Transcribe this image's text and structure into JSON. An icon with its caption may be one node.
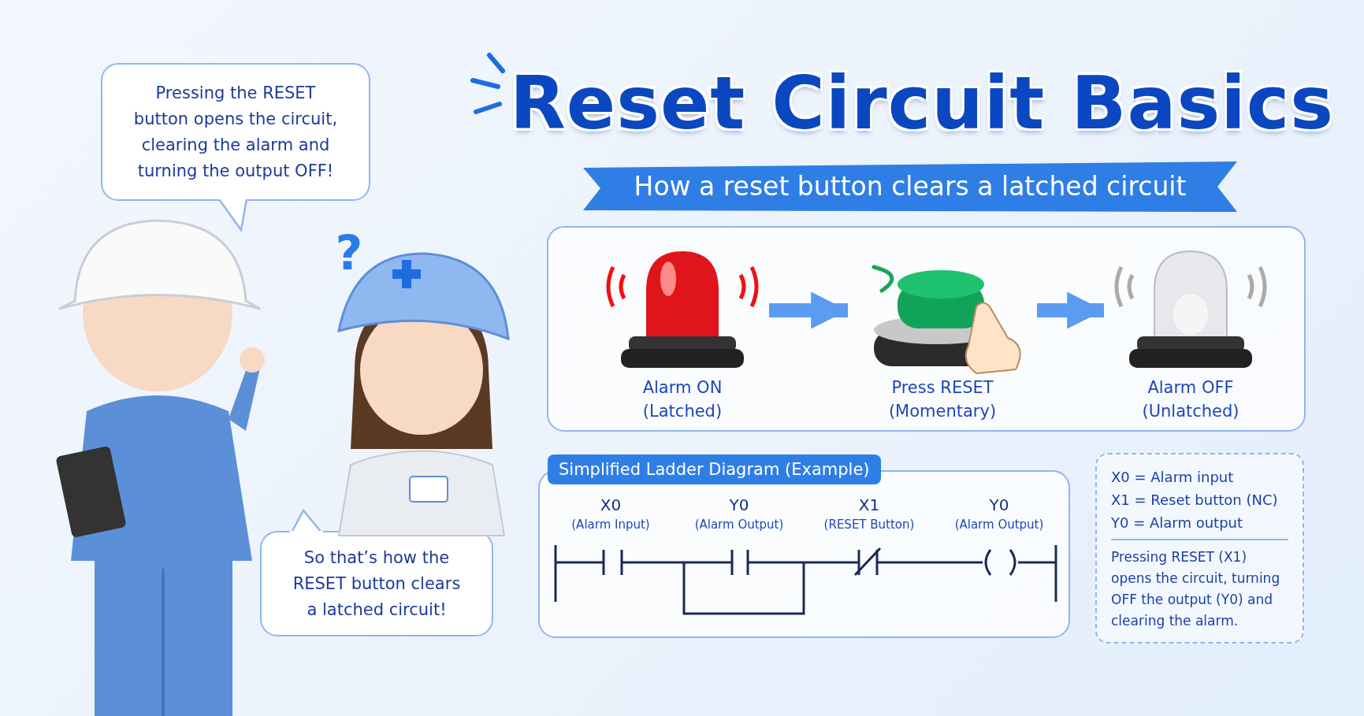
{
  "diagram": {
    "title": "Reset Circuit Basics",
    "nodes": [
      {
        "text": [
          "Pressing the RESET button opens the circuit, clearing the alarm and turning the output OFF!"
        ]
      },
      {
        "text": [
          "So that’s how the RESET button clears a latched circuit!"
        ]
      },
      {
        "text": [],
        "shape": "box"
      },
      {
        "text": [
          "Alarm ON (Latched)"
        ],
        "in": 2
      },
      {
        "text": [
          "Press RESET (Momentary)"
        ],
        "in": 2
      },
      {
        "text": [
          "Alarm OFF (Unlatched)"
        ],
        "in": 2
      },
      {
        "text": [
          "Simplified Ladder Diagram (Example)"
        ]
      },
      {
        "text": [
          "X0 = Alarm input",
          "X1 = Reset button (NC)",
          "Y0 = Alarm output",
          "Pressing RESET (X1) opens the circuit, turning OFF the output (Y0) and clearing the alarm."
        ]
      }
    ],
    "edges": [
      {
        "from": 3,
        "to": 4,
        "arrow": "to"
      },
      {
        "from": 4,
        "to": 5,
        "arrow": "to"
      }
    ],
    "labels": [
      "How a reset button clears a latched circuit",
      "?",
      "X0",
      "(Alarm Input)",
      "Y0",
      "(Alarm Output)",
      "X1",
      "(RESET Button)",
      "Y0",
      "(Alarm Output)"
    ]
  }
}
